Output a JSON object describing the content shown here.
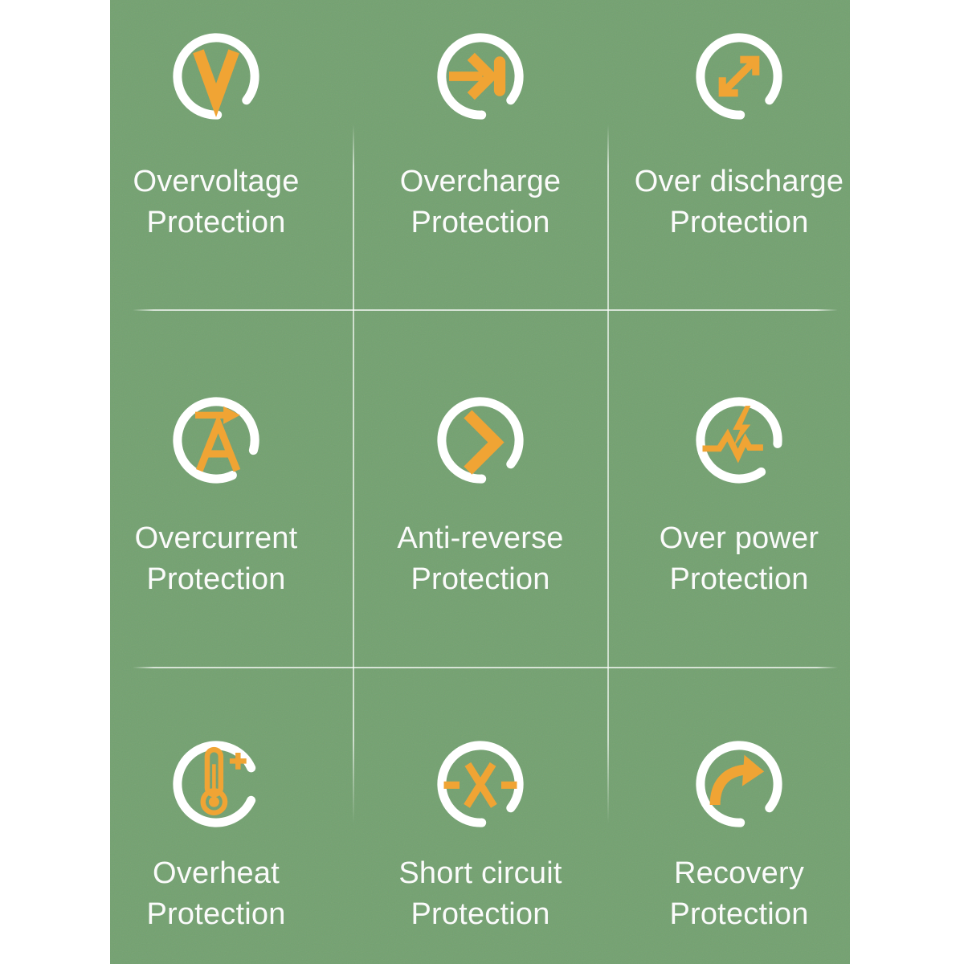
{
  "panel": {
    "background_color": "#73a170",
    "divider_color": "rgba(255,255,255,0.65)",
    "ring_color": "#ffffff",
    "glyph_color": "#f0a434",
    "text_color": "#fbfbfb"
  },
  "features": [
    {
      "icon": "voltage-v-icon",
      "line1": "Overvoltage",
      "line2": "Protection"
    },
    {
      "icon": "charge-in-arrow-icon",
      "line1": "Overcharge",
      "line2": "Protection"
    },
    {
      "icon": "discharge-arrows-icon",
      "line1": "Over discharge",
      "line2": "Protection"
    },
    {
      "icon": "ampere-arrow-icon",
      "line1": "Overcurrent",
      "line2": "Protection"
    },
    {
      "icon": "chevron-right-icon",
      "line1": "Anti-reverse",
      "line2": "Protection"
    },
    {
      "icon": "power-pulse-icon",
      "line1": "Over power",
      "line2": "Protection"
    },
    {
      "icon": "thermometer-plus-icon",
      "line1": "Overheat",
      "line2": "Protection"
    },
    {
      "icon": "crossed-x-icon",
      "line1": "Short circuit",
      "line2": "Protection"
    },
    {
      "icon": "recovery-arrow-icon",
      "line1": "Recovery",
      "line2": "Protection"
    }
  ]
}
